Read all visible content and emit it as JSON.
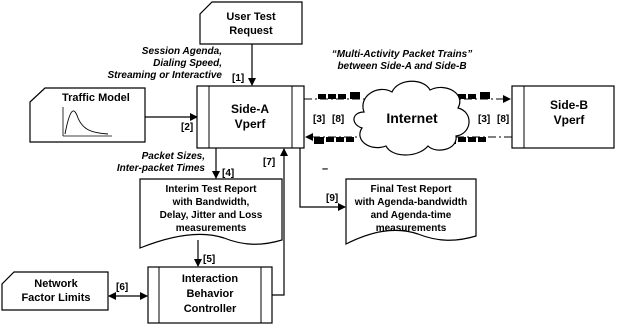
{
  "boxes": {
    "user_test_request": {
      "lines": [
        "User Test",
        "Request"
      ]
    },
    "traffic_model": {
      "label": "Traffic Model"
    },
    "side_a": {
      "lines": [
        "Side-A",
        "Vperf"
      ]
    },
    "side_b": {
      "lines": [
        "Side-B",
        "Vperf"
      ]
    },
    "internet": {
      "label": "Internet"
    },
    "interim_report": {
      "lines": [
        "Interim Test Report",
        "with Bandwidth,",
        "Delay, Jitter and Loss",
        "measurements"
      ]
    },
    "final_report": {
      "lines": [
        "Final Test Report",
        "with Agenda-bandwidth",
        "and Agenda-time",
        "measurements"
      ]
    },
    "network_factor": {
      "lines": [
        "Network",
        "Factor Limits"
      ]
    },
    "ibc": {
      "lines": [
        "Interaction",
        "Behavior",
        "Controller"
      ]
    }
  },
  "labels": {
    "session_agenda": [
      "Session Agenda,",
      "Dialing Speed,",
      "Streaming or Interactive"
    ],
    "packet_sizes": [
      "Packet Sizes,",
      "Inter-packet Times"
    ],
    "packet_trains": [
      "“Multi-Activity Packet Trains”",
      "between Side-A and Side-B"
    ],
    "minus": "–"
  },
  "arrow_labels": {
    "a1": "[1]",
    "a2": "[2]",
    "a3_left": "[3]",
    "a8_left": "[8]",
    "a3_right": "[3]",
    "a8_right": "[8]",
    "a4": "[4]",
    "a5": "[5]",
    "a6": "[6]",
    "a7": "[7]",
    "a9": "[9]"
  }
}
